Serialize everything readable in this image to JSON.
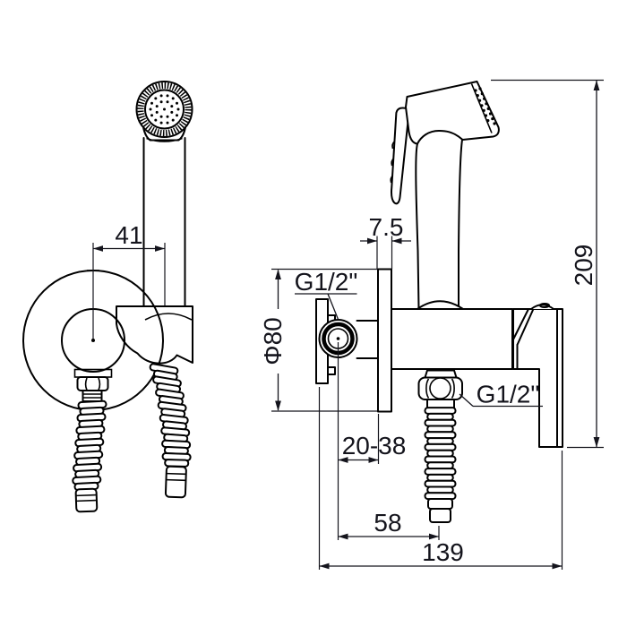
{
  "drawing": {
    "colors": {
      "background": "#ffffff",
      "line": "#000000",
      "text": "#14141c"
    },
    "dimensions": {
      "handle_offset": "41",
      "plate_thickness": "7.5",
      "inlet_thread": "G1/2\"",
      "plate_diameter": "Φ80",
      "overall_height": "209",
      "wall_depth_range": "20-38",
      "outlet_thread": "G1/2\"",
      "outlet_offset": "58",
      "overall_depth": "139"
    }
  }
}
